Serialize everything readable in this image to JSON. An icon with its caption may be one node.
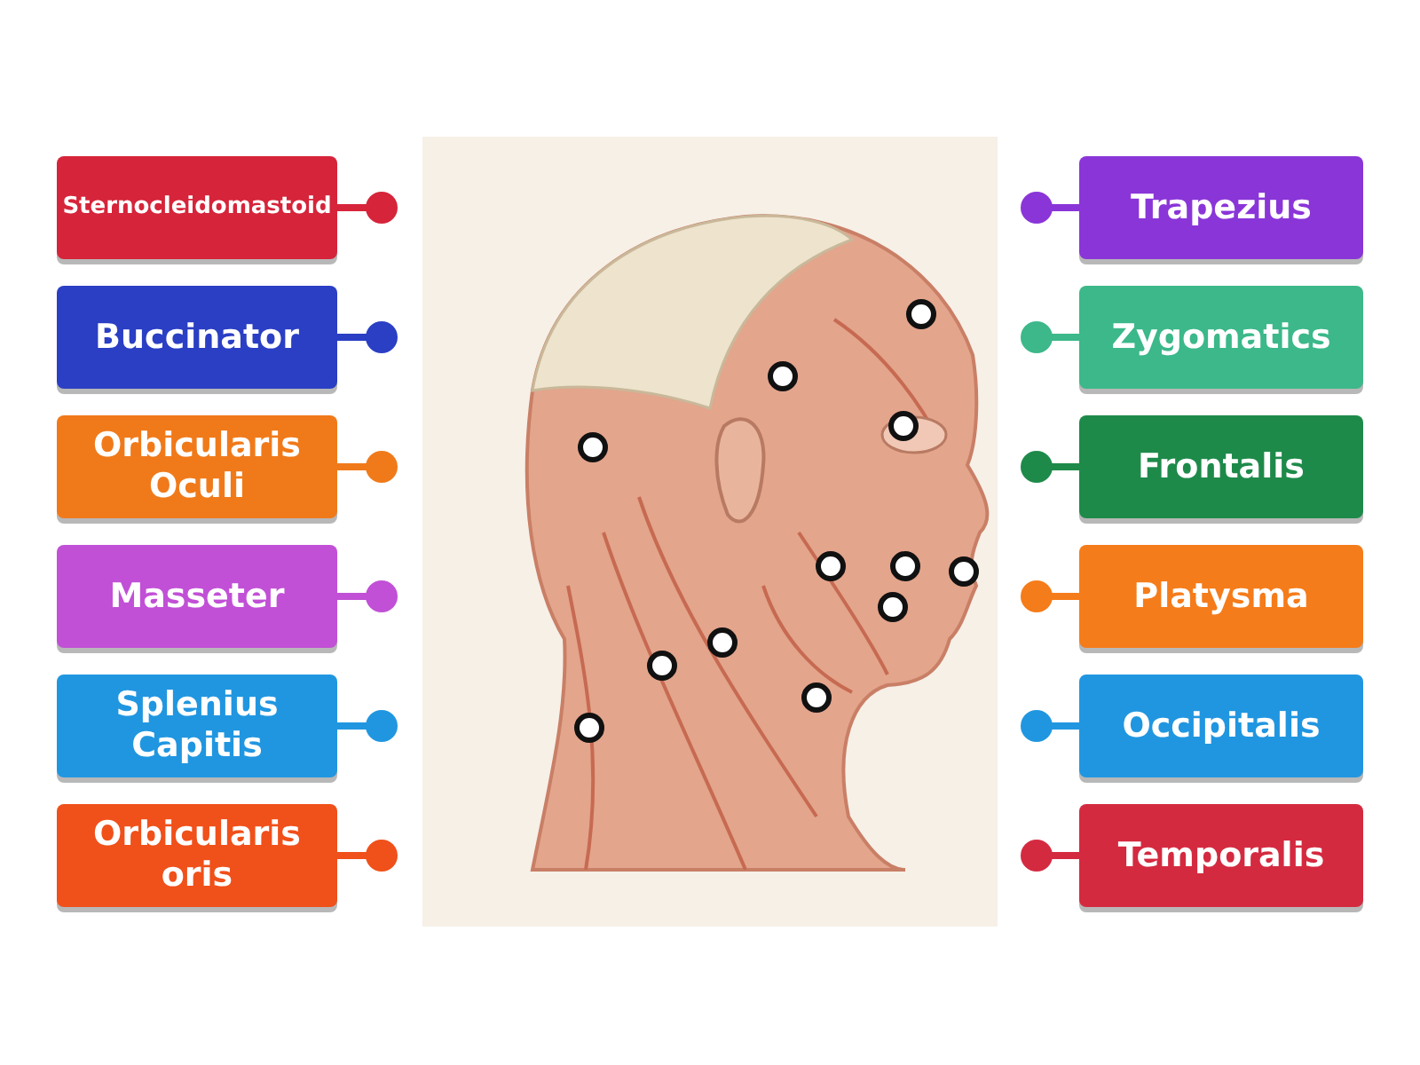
{
  "diagram": {
    "nodes": [
      {
        "text": [
          "Sternocleidomastoid"
        ]
      },
      {
        "text": [
          "Buccinator"
        ]
      },
      {
        "text": [
          "Orbicularis Oculi"
        ]
      },
      {
        "text": [
          "Masseter"
        ]
      },
      {
        "text": [
          "Splenius Capitis"
        ]
      },
      {
        "text": [
          "Orbicularis oris"
        ]
      },
      {
        "text": [
          "Trapezius"
        ]
      },
      {
        "text": [
          "Zygomatics"
        ]
      },
      {
        "text": [
          "Frontalis"
        ]
      },
      {
        "text": [
          "Platysma"
        ]
      },
      {
        "text": [
          "Occipitalis"
        ]
      },
      {
        "text": [
          "Temporalis"
        ]
      }
    ]
  }
}
